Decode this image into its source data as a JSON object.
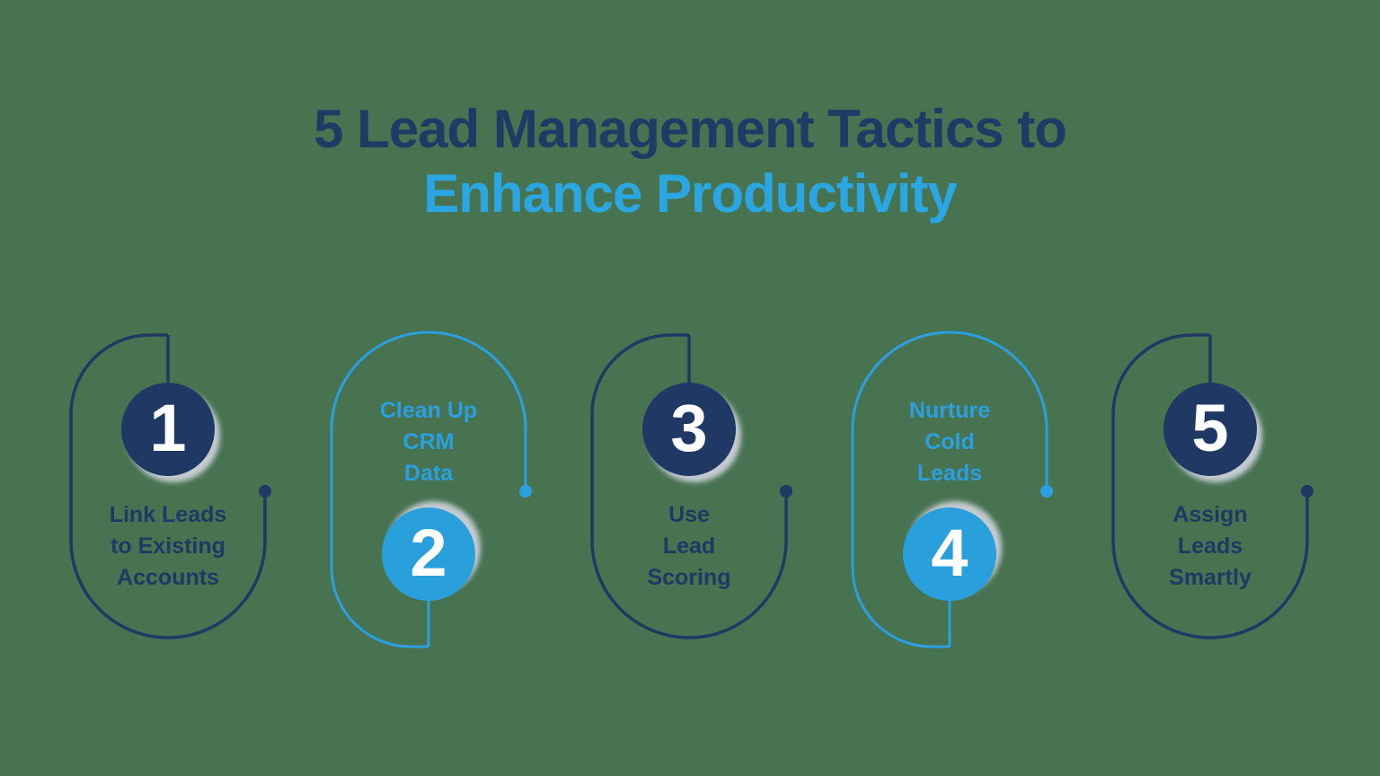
{
  "title": {
    "line1": "5 Lead Management Tactics to",
    "line2": "Enhance Productivity"
  },
  "colors": {
    "background": "#477351",
    "navy": "#1F3864",
    "light_blue": "#2B9FE0",
    "title_navy": "#203A66",
    "title_blue": "#2AA7E2",
    "number_text": "#FFFFFF",
    "badge_shadow": "#CBD0D8"
  },
  "steps": [
    {
      "number": "1",
      "label_lines": [
        "Link Leads",
        "to Existing",
        "Accounts"
      ],
      "theme": "navy",
      "circle_position": "top"
    },
    {
      "number": "2",
      "label_lines": [
        "Clean Up",
        "CRM",
        "Data"
      ],
      "theme": "blue",
      "circle_position": "bottom"
    },
    {
      "number": "3",
      "label_lines": [
        "Use",
        "Lead",
        "Scoring"
      ],
      "theme": "navy",
      "circle_position": "top"
    },
    {
      "number": "4",
      "label_lines": [
        "Nurture",
        "Cold",
        "Leads"
      ],
      "theme": "blue",
      "circle_position": "bottom"
    },
    {
      "number": "5",
      "label_lines": [
        "Assign",
        "Leads",
        "Smartly"
      ],
      "theme": "navy",
      "circle_position": "top"
    }
  ]
}
